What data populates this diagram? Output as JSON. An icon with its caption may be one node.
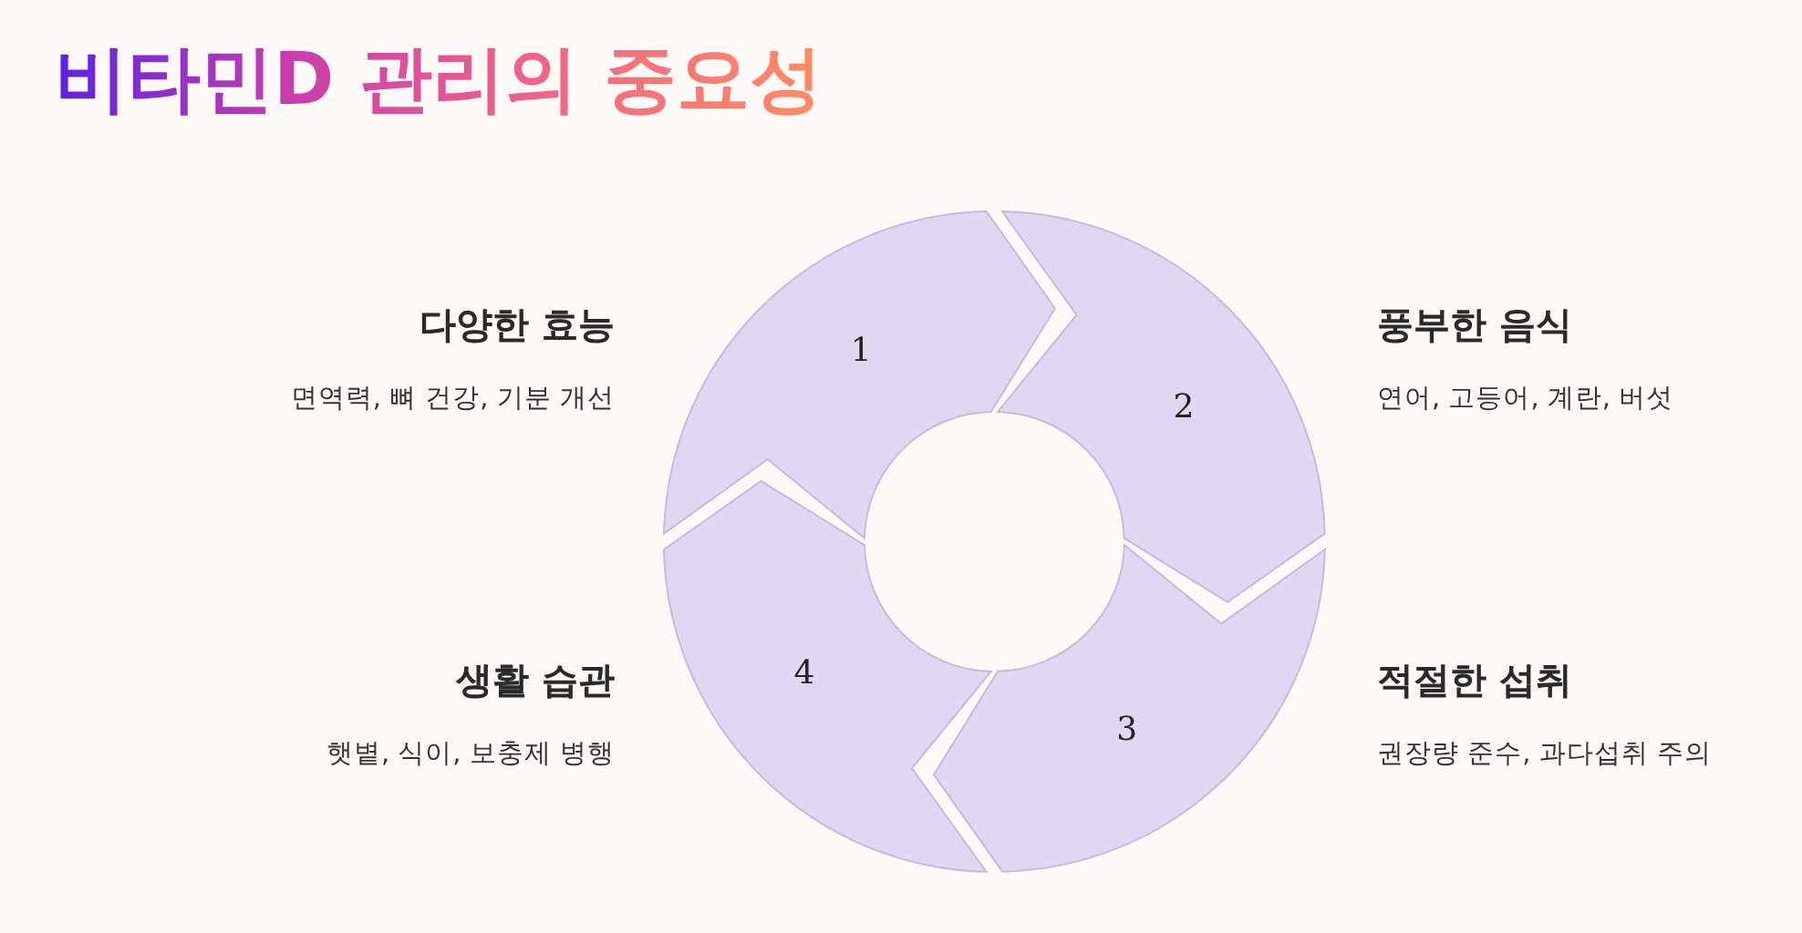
{
  "diagram": {
    "title": "비타민D 관리의 중요성",
    "nodes": [
      {
        "text": [
          "1"
        ],
        "beside": [
          "다양한 효능",
          "면역력, 뼈 건강, 기분 개선"
        ]
      },
      {
        "text": [
          "2"
        ],
        "beside": [
          "풍부한 음식",
          "연어, 고등어, 계란, 버섯"
        ]
      },
      {
        "text": [
          "3"
        ],
        "beside": [
          "적절한 섭취",
          "권장량 준수, 과다섭취 주의"
        ]
      },
      {
        "text": [
          "4"
        ],
        "beside": [
          "생활 습관",
          "햇볕, 식이, 보충제 병행"
        ]
      }
    ]
  }
}
